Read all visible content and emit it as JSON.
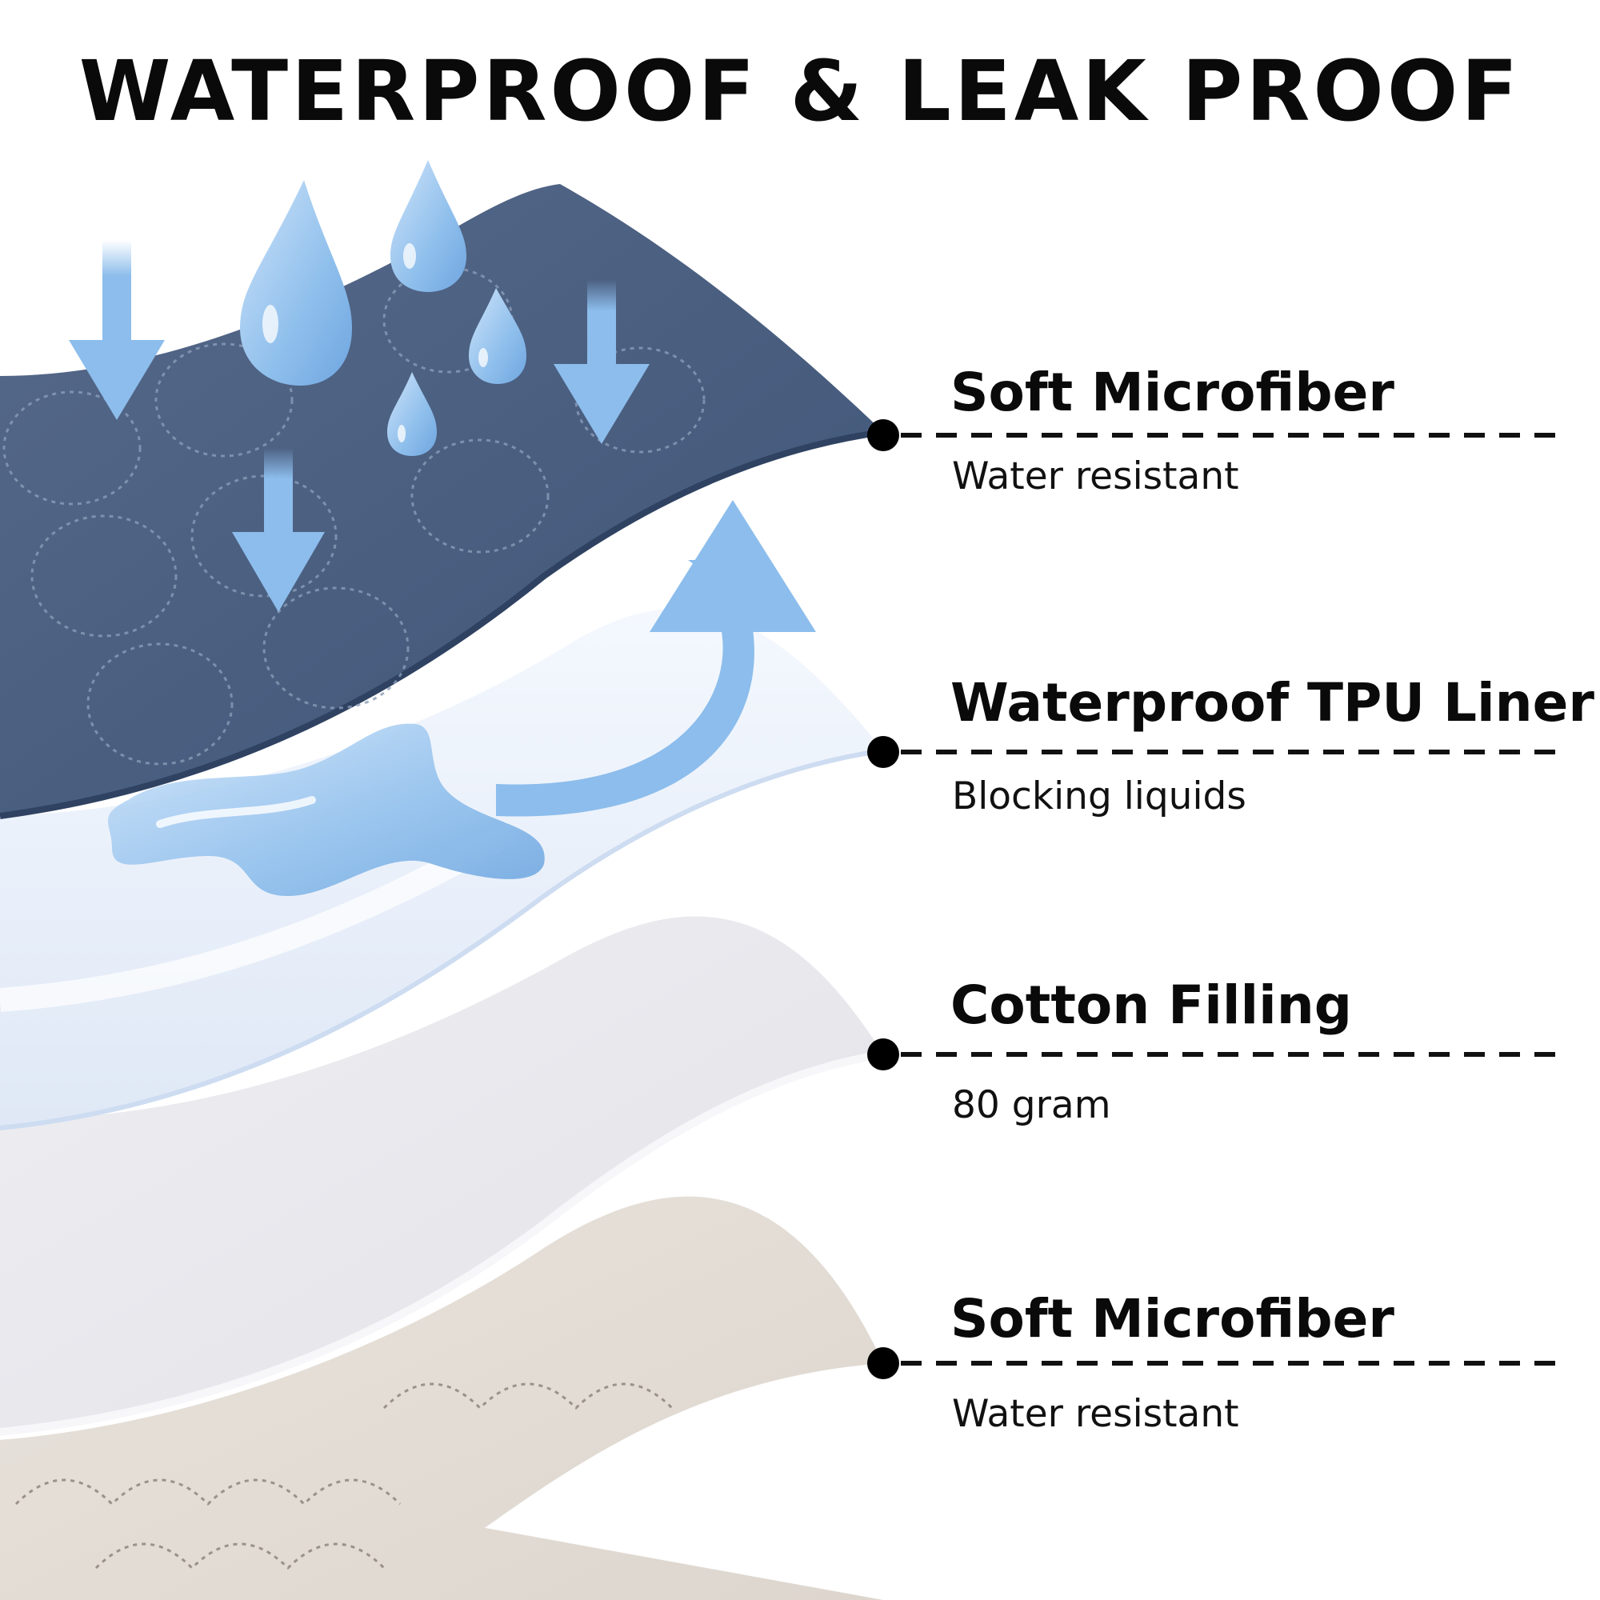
{
  "title": "WATERPROOF & LEAK PROOF",
  "layers": [
    {
      "name": "Soft Microfiber",
      "description": "Water resistant"
    },
    {
      "name": "Waterproof TPU Liner",
      "description": "Blocking liquids"
    },
    {
      "name": "Cotton Filling",
      "description": "80 gram"
    },
    {
      "name": "Soft Microfiber",
      "description": "Water resistant"
    }
  ],
  "colors": {
    "top_fabric": "#4a6183",
    "tpu_liner": "#e4ecf8",
    "cotton_filling": "#e9e9ee",
    "bottom_fabric": "#e3ddd6",
    "water": "#8cbdec",
    "text": "#0a0a0a"
  },
  "icons": [
    "water-drop-icon",
    "down-arrow-icon",
    "curved-up-arrow-icon",
    "water-puddle-icon"
  ]
}
